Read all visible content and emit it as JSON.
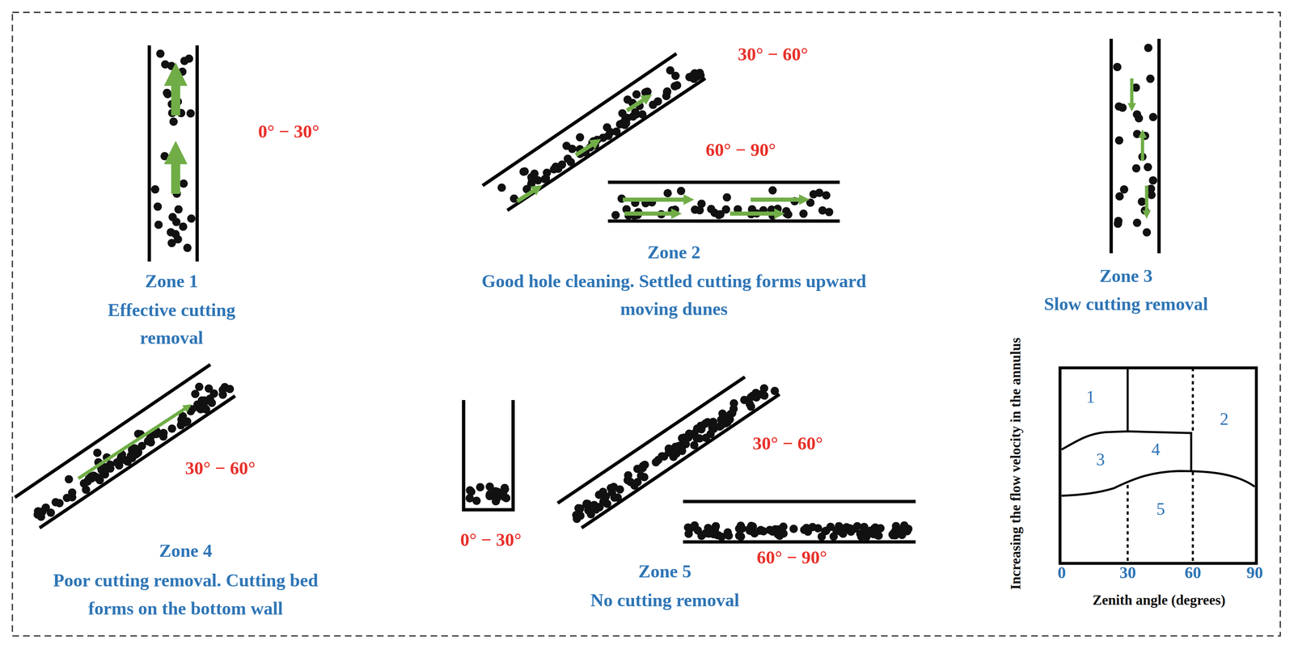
{
  "diagram": {
    "labels": [
      "0° − 30°",
      "Zone 1",
      "Effective cutting removal",
      "30° − 60°",
      "60° − 90°",
      "Zone 2",
      "Good hole cleaning. Settled cutting forms upward moving dunes",
      "Zone 3",
      "Slow cutting removal",
      "30° − 60°",
      "Zone 4",
      "Poor cutting removal. Cutting bed forms on the bottom wall",
      "0° − 30°",
      "30° − 60°",
      "60° − 90°",
      "Zone 5",
      "No cutting removal",
      "1",
      "2",
      "3",
      "4",
      "5",
      "Increasing the flow velocity in the annulus",
      "0",
      "30",
      "60",
      "90",
      "Zenith angle (degrees)"
    ]
  }
}
